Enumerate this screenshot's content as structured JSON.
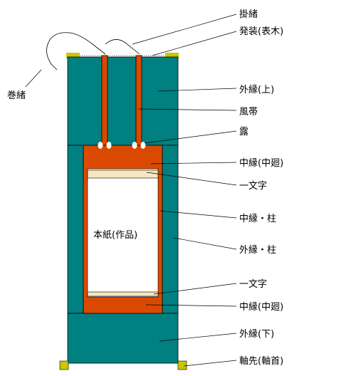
{
  "labels": {
    "kakeo": "掛緒",
    "hassou": "発装(表木)",
    "makio": "巻緒",
    "uwaberi_top": "外縁(上)",
    "futai": "風帯",
    "tsuyu": "露",
    "nakaberi_upper": "中縁(中廻)",
    "ichimonji_upper": "一文字",
    "nakaberi_pillar": "中縁・柱",
    "honshi": "本紙(作品)",
    "sotoberi_pillar": "外縁・柱",
    "ichimonji_lower": "一文字",
    "nakaberi_lower": "中縁(中廻)",
    "uwaberi_bottom": "外縁(下)",
    "jikusaki": "軸先(軸首)"
  },
  "colors": {
    "outer_mount": "#008080",
    "inner_mount": "#d94a00",
    "paper": "#ffffff",
    "ichimonji": "#f8e6bf",
    "rod_ends": "#c8c800",
    "strokes": "#000000"
  }
}
